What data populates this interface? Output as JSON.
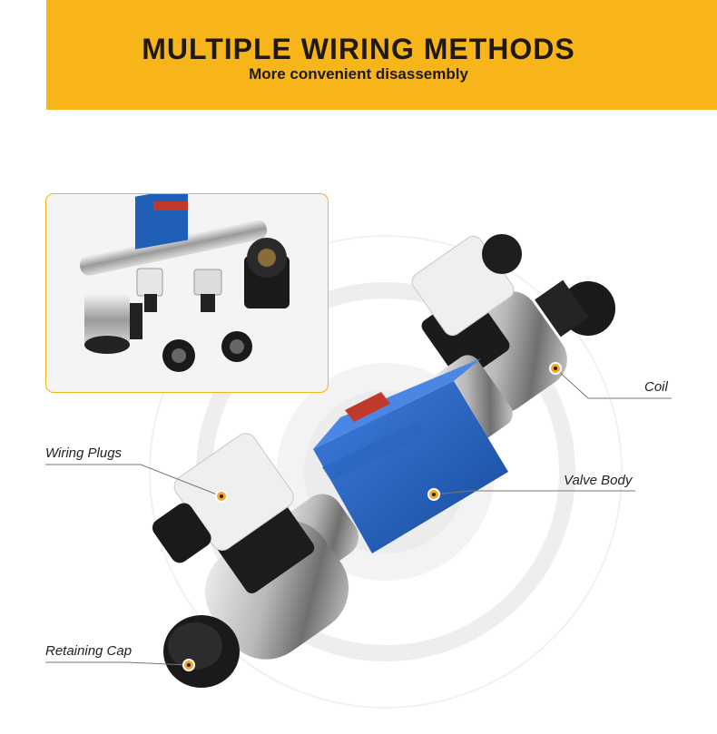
{
  "header": {
    "title": "MULTIPLE WIRING METHODS",
    "subtitle": "More convenient disassembly"
  },
  "callouts": {
    "coil": "Coil",
    "valve_body": "Valve Body",
    "wiring_plugs": "Wiring Plugs",
    "retaining_cap": "Retaining Cap"
  },
  "colors": {
    "banner": "#f8b519",
    "accent": "#f3b41b",
    "valve_blue": "#1f5fb8"
  }
}
